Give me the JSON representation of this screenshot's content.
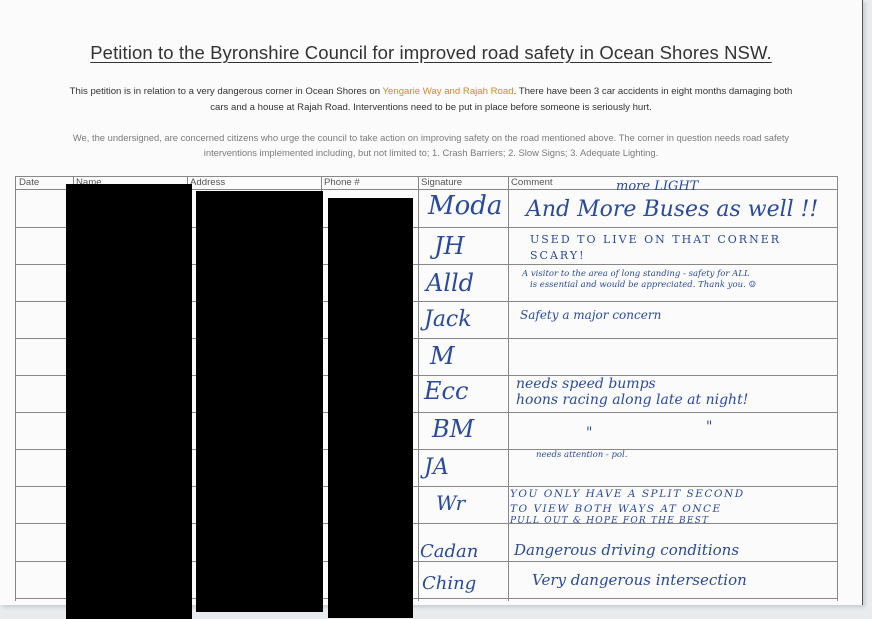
{
  "document": {
    "title": "Petition to the Byronshire Council for improved road safety in Ocean Shores NSW.",
    "intro_part1": "This petition is in relation to a very dangerous corner in Ocean Shores on ",
    "intro_highlight": "Yengarie Way and Rajah Road",
    "intro_part2": ". There have been 3 car accidents in eight months damaging both",
    "intro_line2": "cars and a house at  Rajah Road. Interventions need to be put in place before someone is seriously hurt.",
    "statement_line1": "We, the undersigned, are concerned citizens who urge the council to take action on improving safety on the road mentioned above. The corner in question needs road safety",
    "statement_line2": "interventions implemented including, but not limited to; 1. Crash Barriers; 2. Slow Signs; 3. Adequate Lighting.",
    "highlight_color": "#d9862a"
  },
  "table": {
    "headers": {
      "date": "Date",
      "name": "Name",
      "address": "Address",
      "phone": "Phone #",
      "signature": "Signature",
      "comment": "Comment"
    },
    "rows": [
      {
        "signature": "Moda",
        "comment": "And More Buses as well !!",
        "comment_extra": "more LIGHT"
      },
      {
        "signature": "JH",
        "comment": "USED TO LIVE ON THAT CORNER",
        "comment_extra": "SCARY!"
      },
      {
        "signature": "Alld",
        "comment": "A visitor to the area of long standing - safety for ALL",
        "comment_extra": "is essential and would be appreciated. Thank you. ☺"
      },
      {
        "signature": "Jack",
        "comment": "Safety a major concern",
        "comment_extra": ""
      },
      {
        "signature": "M",
        "comment": "",
        "comment_extra": ""
      },
      {
        "signature": "Ecc",
        "comment": "needs speed bumps",
        "comment_extra": "hoons racing along late at night!"
      },
      {
        "signature": "BM",
        "comment": "\"",
        "comment_extra": "\""
      },
      {
        "signature": "JA",
        "comment": "needs attention - pol.",
        "comment_extra": ""
      },
      {
        "signature": "Wr",
        "comment": "YOU ONLY HAVE A SPLIT SECOND",
        "comment_extra": "TO VIEW BOTH WAYS AT ONCE",
        "comment_extra2": "PULL OUT & HOPE FOR THE BEST"
      },
      {
        "signature": "Cadan",
        "comment": "Dangerous driving conditions",
        "comment_extra": ""
      },
      {
        "signature": "Ching",
        "comment": "Very dangerous intersection",
        "comment_extra": ""
      }
    ]
  },
  "ink_color": "#2a4a9c"
}
